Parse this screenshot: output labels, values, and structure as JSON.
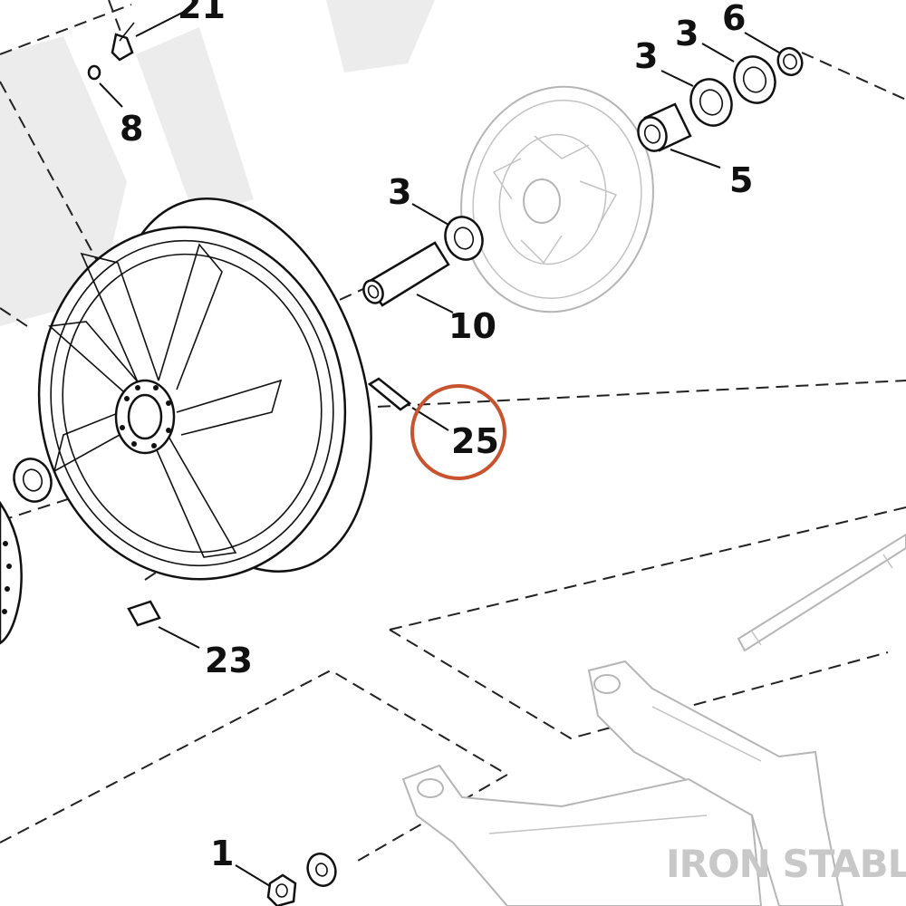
{
  "diagram": {
    "callouts": [
      {
        "id": "21",
        "label": "21"
      },
      {
        "id": "8",
        "label": "8"
      },
      {
        "id": "3a",
        "label": "3"
      },
      {
        "id": "3b",
        "label": "3"
      },
      {
        "id": "6",
        "label": "6"
      },
      {
        "id": "5",
        "label": "5"
      },
      {
        "id": "3c",
        "label": "3"
      },
      {
        "id": "10",
        "label": "10"
      },
      {
        "id": "25",
        "label": "25"
      },
      {
        "id": "23",
        "label": "23"
      },
      {
        "id": "1",
        "label": "1"
      }
    ],
    "highlighted_callout": "25",
    "highlight_color": "#c8532f",
    "watermark": "IRON STABLE"
  }
}
